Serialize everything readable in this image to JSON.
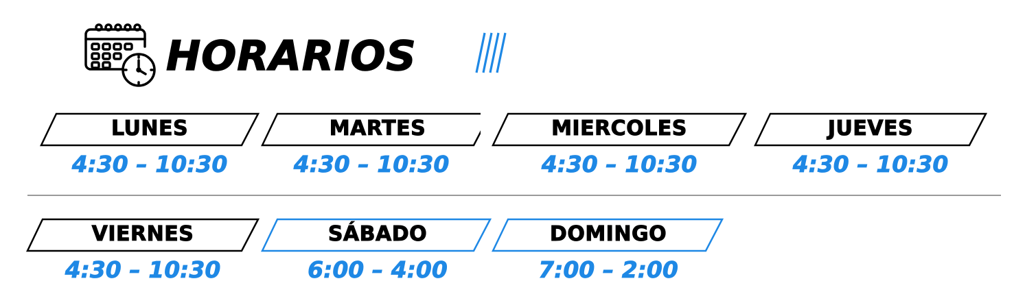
{
  "header": {
    "title": "HORARIOS",
    "icon": "calendar-clock-icon",
    "accent_color": "#1e88e5"
  },
  "colors": {
    "accent": "#1e88e5",
    "text": "#000000",
    "divider": "#9a9a9a"
  },
  "schedule": [
    {
      "day": "LUNES",
      "hours": "4:30 – 10:30",
      "weekend": false
    },
    {
      "day": "MARTES",
      "hours": "4:30 – 10:30",
      "weekend": false
    },
    {
      "day": "MIERCOLES",
      "hours": "4:30 – 10:30",
      "weekend": false
    },
    {
      "day": "JUEVES",
      "hours": "4:30 – 10:30",
      "weekend": false
    },
    {
      "day": "VIERNES",
      "hours": "4:30 – 10:30",
      "weekend": false
    },
    {
      "day": "SÁBADO",
      "hours": "6:00 – 4:00",
      "weekend": true
    },
    {
      "day": "DOMINGO",
      "hours": "7:00 – 2:00",
      "weekend": true
    }
  ]
}
